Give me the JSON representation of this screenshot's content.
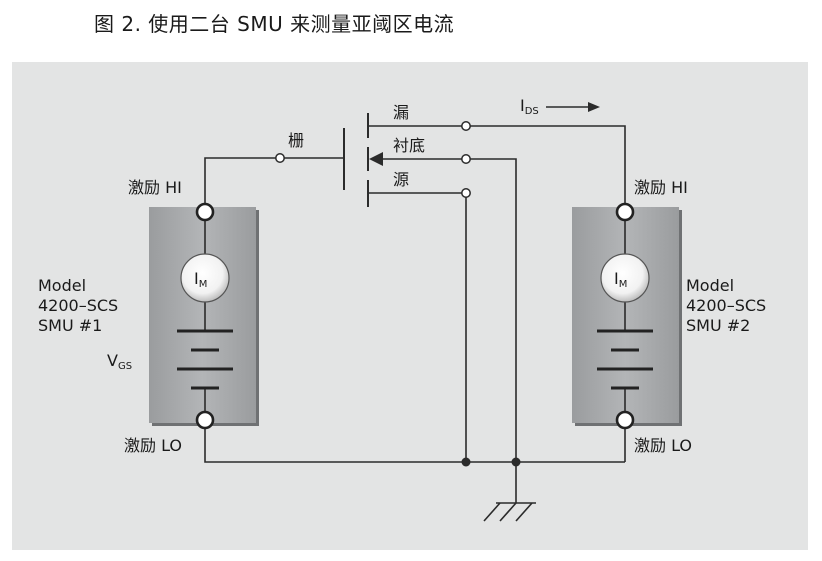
{
  "caption": "图 2. 使用二台 SMU 来测量亚阈区电流",
  "transistor": {
    "gate": "栅",
    "drain": "漏",
    "substrate": "衬底",
    "source": "源"
  },
  "current": {
    "main": "I",
    "sub": "DS"
  },
  "smu1": {
    "hi": "激励 HI",
    "lo": "激励 LO",
    "model_line1": "Model",
    "model_line2": "4200–SCS",
    "model_line3": "SMU #1",
    "meter_main": "I",
    "meter_sub": "M",
    "vgs_main": "V",
    "vgs_sub": "GS"
  },
  "smu2": {
    "hi": "激励 HI",
    "lo": "激励 LO",
    "model_line1": "Model",
    "model_line2": "4200–SCS",
    "model_line3": "SMU #2",
    "meter_main": "I",
    "meter_sub": "M"
  },
  "colors": {
    "panel": "#e3e4e4",
    "smu_box": "#a7a9ab",
    "wire": "#2b2b2b"
  }
}
